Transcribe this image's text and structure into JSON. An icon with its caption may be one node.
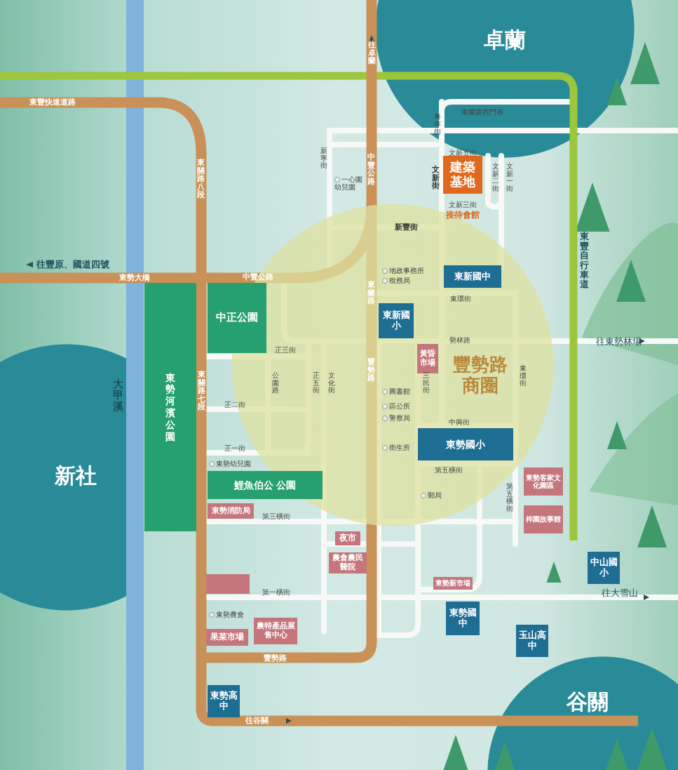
{
  "diagram": {
    "nodes": [
      {
        "text": [
          "卓蘭"
        ]
      },
      {
        "text": [
          "新社"
        ]
      },
      {
        "text": [
          "谷關"
        ]
      },
      {
        "text": [
          "豐勢路商圈"
        ]
      },
      {
        "text": [
          "中正公園"
        ]
      },
      {
        "text": [
          "東勢河濱公園"
        ]
      },
      {
        "text": [
          "鯉魚伯公 公園"
        ]
      },
      {
        "text": [
          "建築基地"
        ]
      },
      {
        "text": [
          "東新國中"
        ],
        "in": 3
      },
      {
        "text": [
          "東新國小"
        ],
        "in": 3
      },
      {
        "text": [
          "東勢國小"
        ],
        "in": 3
      },
      {
        "text": [
          "中山國小"
        ]
      },
      {
        "text": [
          "東勢國中"
        ]
      },
      {
        "text": [
          "玉山高中"
        ]
      },
      {
        "text": [
          "東勢高中"
        ]
      },
      {
        "text": [
          "黃昏市場"
        ],
        "in": 3
      },
      {
        "text": [
          "東勢消防局"
        ]
      },
      {
        "text": [
          "夜市"
        ]
      },
      {
        "text": [
          "農會農民醫院"
        ]
      },
      {
        "text": [],
        "shape": "box"
      },
      {
        "text": [
          "果菜市場"
        ]
      },
      {
        "text": [
          "農特產品展售中心"
        ]
      },
      {
        "text": [
          "東勢新市場"
        ]
      },
      {
        "text": [
          "東勢客家文化園區"
        ]
      },
      {
        "text": [
          "梓園故事館"
        ]
      }
    ],
    "labels": [
      "往卓蘭",
      "東豐快速道路",
      "東蘭路西門巷",
      "粵寧街",
      "東關路八段",
      "新寧街",
      "中豐公路",
      "文新五街",
      "一心園幼兒園",
      "文新街",
      "文新二街",
      "文新一街",
      "文新三街",
      "接待會館",
      "新豐街",
      "東豐自行車道",
      "往豐原、國道四號",
      "地政事務所",
      "稅務局",
      "東勢大橋",
      "中豐公路",
      "東蘭路",
      "東環街",
      "勢林路",
      "往東勢林場",
      "正三街",
      "東關路七段",
      "公園路",
      "正五街",
      "文化街",
      "豐勢路",
      "圖書館",
      "三民街",
      "東環街",
      "正二街",
      "區公所",
      "警察局",
      "中興街",
      "正一街",
      "衛生所",
      "東勢幼兒園",
      "第五橫街",
      "第五橫街",
      "郵局",
      "第三橫街",
      "第一橫街",
      "東勢農會",
      "豐勢路",
      "大甲溪",
      "往大雪山",
      "往谷關"
    ]
  }
}
